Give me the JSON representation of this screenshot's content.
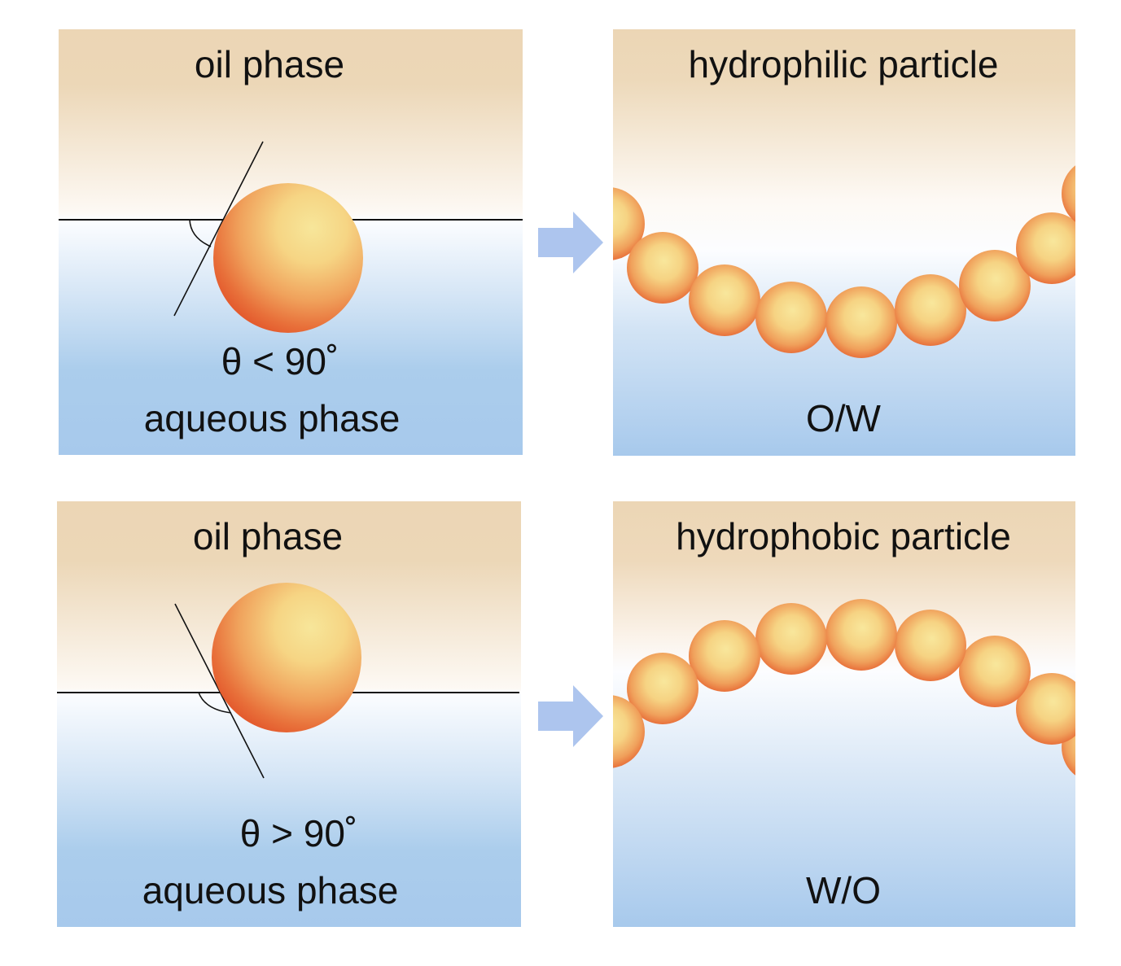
{
  "top_row": {
    "left_panel": {
      "top_label": "oil phase",
      "angle_label": "θ < 90˚",
      "bottom_label": "aqueous phase"
    },
    "right_panel": {
      "title": "hydrophilic particle",
      "emulsion_label": "O/W"
    }
  },
  "bottom_row": {
    "left_panel": {
      "top_label": "oil phase",
      "angle_label": "θ > 90˚",
      "bottom_label": "aqueous phase"
    },
    "right_panel": {
      "title": "hydrophobic particle",
      "emulsion_label": "W/O"
    }
  },
  "colors": {
    "oil": "#ecd6b5",
    "water": "#a9cbec",
    "particle_light": "#f7e396",
    "particle_dark": "#e55a2b",
    "arrow": "#adc5ee"
  }
}
